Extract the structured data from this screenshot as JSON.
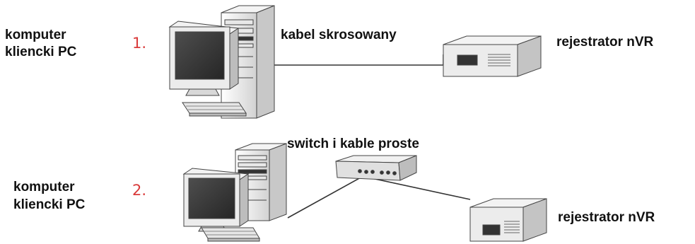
{
  "scenario1": {
    "number": "1.",
    "pc_label_line1": "komputer",
    "pc_label_line2": "kliencki PC",
    "connection_label": "kabel skrosowany",
    "device_label": "rejestrator nVR"
  },
  "scenario2": {
    "number": "2.",
    "pc_label_line1": "komputer",
    "pc_label_line2": "kliencki PC",
    "connection_label": "switch i kable proste",
    "device_label": "rejestrator nVR"
  },
  "colors": {
    "number": "#d93a3a",
    "text": "#111111",
    "line": "#333333"
  }
}
